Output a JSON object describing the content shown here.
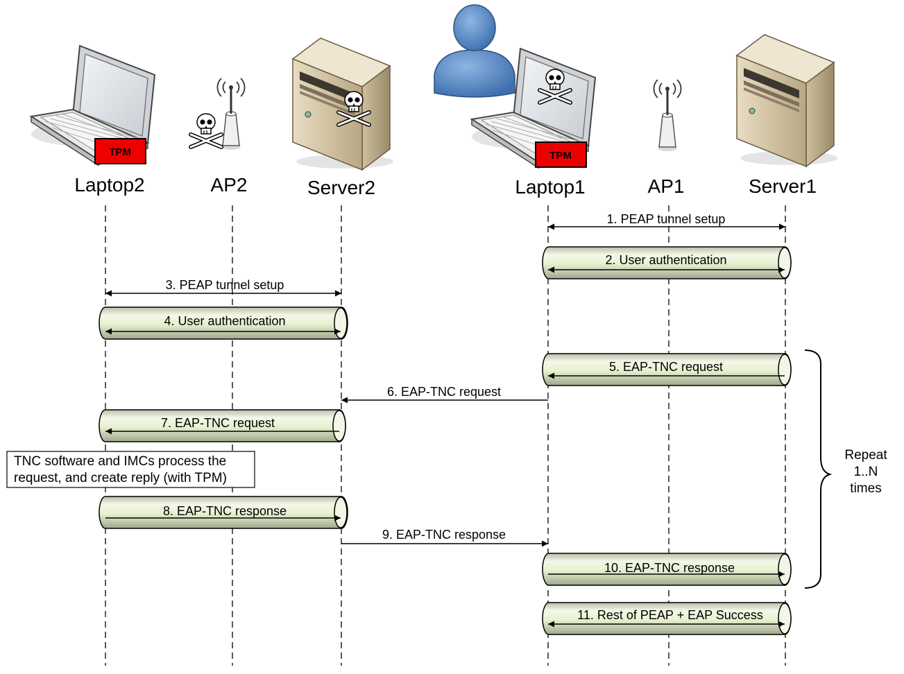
{
  "actors": [
    {
      "id": "laptop2",
      "label": "Laptop2"
    },
    {
      "id": "ap2",
      "label": "AP2"
    },
    {
      "id": "server2",
      "label": "Server2"
    },
    {
      "id": "laptop1",
      "label": "Laptop1"
    },
    {
      "id": "ap1",
      "label": "AP1"
    },
    {
      "id": "server1",
      "label": "Server1"
    }
  ],
  "tpm_label": "TPM",
  "messages": [
    {
      "label": "1. PEAP tunnel setup"
    },
    {
      "label": "2. User authentication"
    },
    {
      "label": "3. PEAP tunnel setup"
    },
    {
      "label": "4. User authentication"
    },
    {
      "label": "5. EAP-TNC request"
    },
    {
      "label": "6. EAP-TNC request"
    },
    {
      "label": "7. EAP-TNC request"
    },
    {
      "label": "8. EAP-TNC response"
    },
    {
      "label": "9. EAP-TNC response"
    },
    {
      "label": "10. EAP-TNC response"
    },
    {
      "label": "11. Rest of PEAP + EAP Success"
    }
  ],
  "note": {
    "line1": "TNC software and IMCs process the",
    "line2": "request, and create reply (with TPM)"
  },
  "repeat": {
    "line1": "Repeat",
    "line2": "1..N",
    "line3": "times"
  },
  "colors": {
    "tube_fill": "#e6f0cf",
    "tpm_red": "#ee0000",
    "user_blue": "#5b8cc6"
  }
}
